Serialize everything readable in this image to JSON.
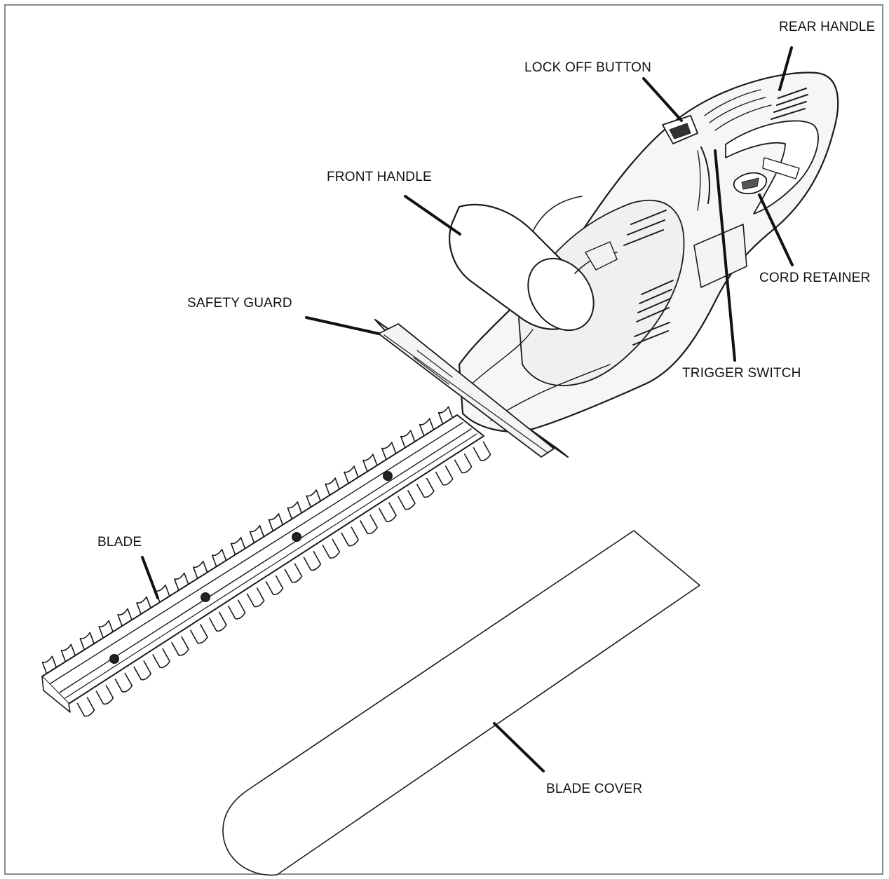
{
  "labels": {
    "rear_handle": "REAR HANDLE",
    "lock_off_button": "LOCK OFF BUTTON",
    "front_handle": "FRONT HANDLE",
    "cord_retainer": "CORD RETAINER",
    "safety_guard": "SAFETY GUARD",
    "trigger_switch": "TRIGGER SWITCH",
    "blade": "BLADE",
    "blade_cover": "BLADE COVER"
  },
  "colors": {
    "line": "#1a1a1a",
    "fill_body": "#f2f2f2",
    "fill_light": "#fbfbfb",
    "frame": "#8a8a8a"
  }
}
